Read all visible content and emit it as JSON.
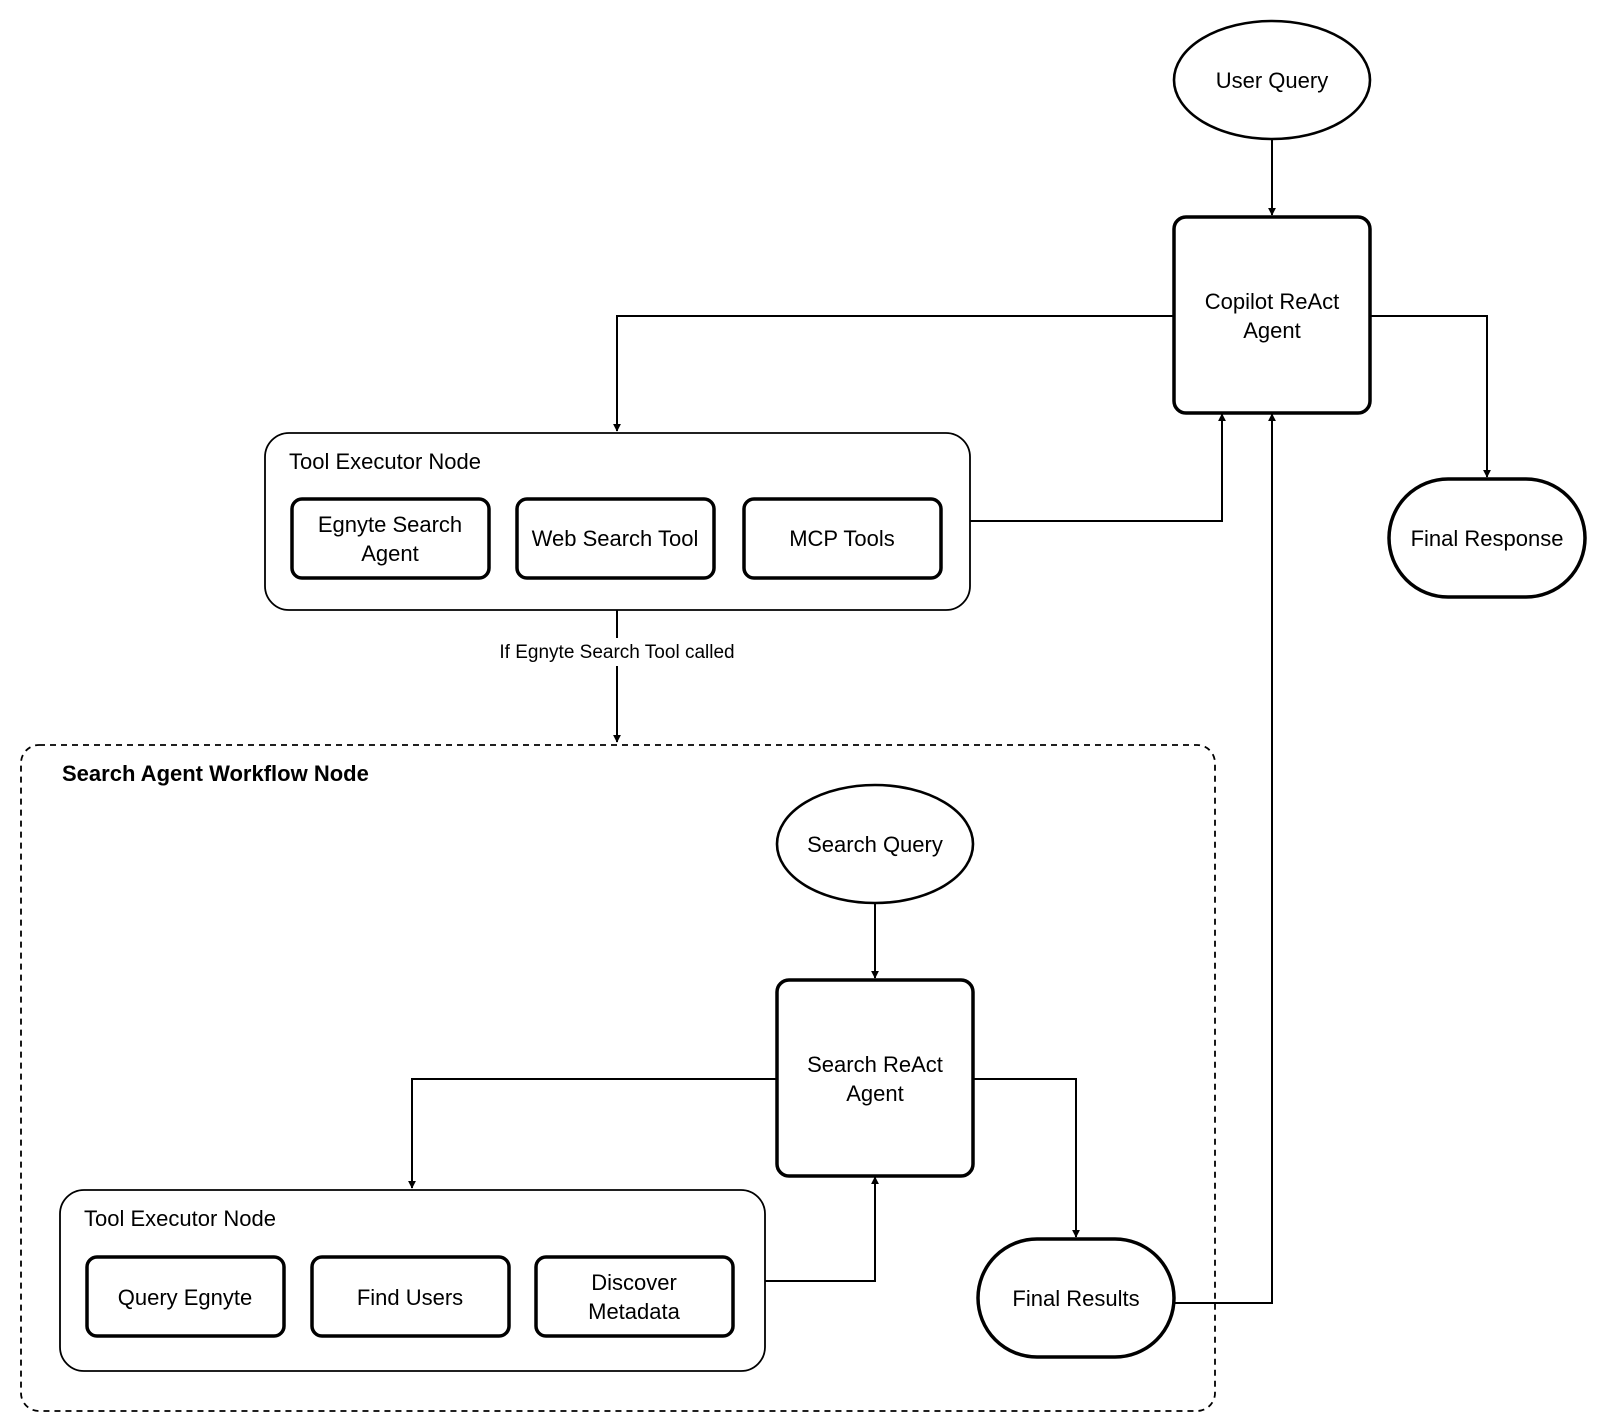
{
  "nodes": {
    "user_query": "User Query",
    "copilot_agent": [
      "Copilot ReAct",
      "Agent"
    ],
    "final_response": "Final Response",
    "top_executor": {
      "title": "Tool Executor Node",
      "tools": {
        "egnyte": [
          "Egnyte Search",
          "Agent"
        ],
        "web": "Web Search Tool",
        "mcp": "MCP Tools"
      }
    },
    "workflow": {
      "title": "Search Agent Workflow Node",
      "search_query": "Search Query",
      "search_agent": [
        "Search ReAct",
        "Agent"
      ],
      "final_results": "Final Results",
      "executor": {
        "title": "Tool Executor Node",
        "tools": {
          "query_egnyte": "Query Egnyte",
          "find_users": "Find Users",
          "discover_metadata": [
            "Discover",
            "Metadata"
          ]
        }
      }
    }
  },
  "edges": {
    "egnyte_condition": "If Egnyte Search Tool called"
  }
}
